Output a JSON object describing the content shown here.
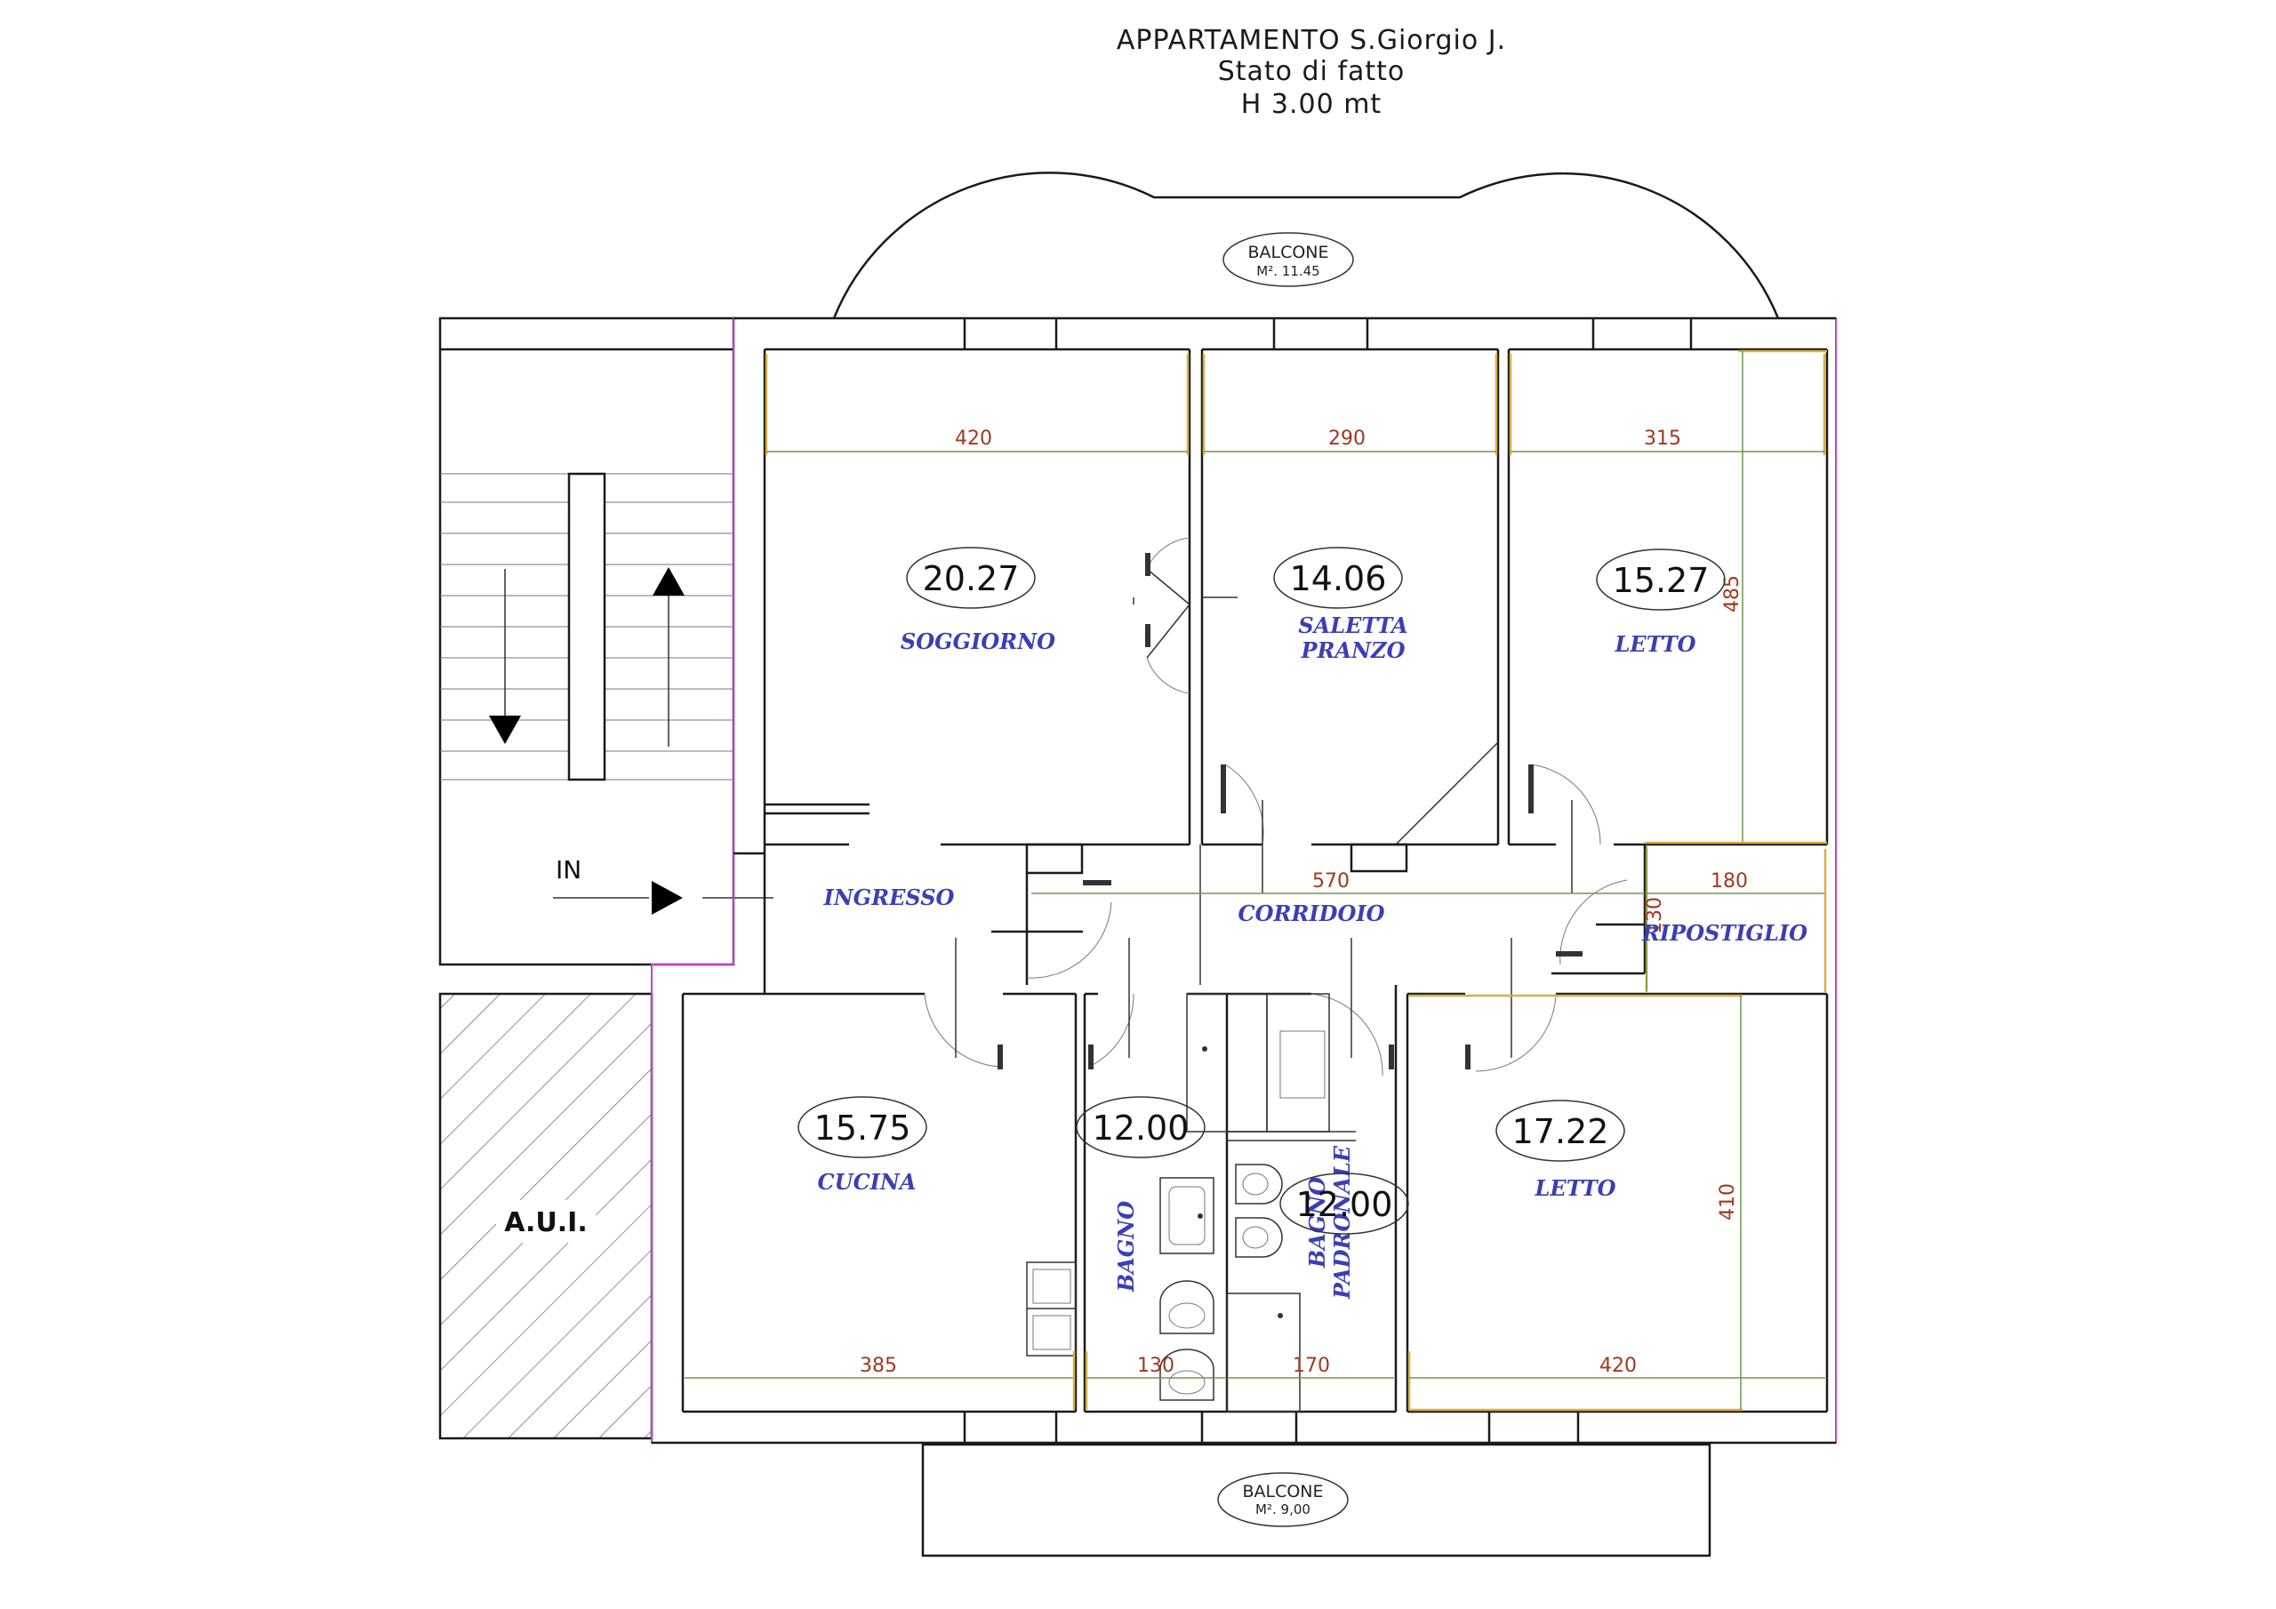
{
  "title": {
    "line1": "APPARTAMENTO S.Giorgio J.",
    "line2": "Stato di fatto",
    "line3": "H 3.00 mt"
  },
  "balconies": [
    {
      "label": "BALCONE",
      "area": "M². 11.45"
    },
    {
      "label": "BALCONE",
      "area": "M². 9,00"
    }
  ],
  "rooms": {
    "soggiorno": {
      "name": "SOGGIORNO",
      "area": "20.27"
    },
    "saletta": {
      "name_line1": "SALETTA",
      "name_line2": "PRANZO",
      "area": "14.06"
    },
    "letto_top": {
      "name": "LETTO",
      "area": "15.27"
    },
    "ingresso": {
      "name": "INGRESSO"
    },
    "corridoio": {
      "name": "CORRIDOIO"
    },
    "ripostiglio": {
      "name": "RIPOSTIGLIO"
    },
    "cucina": {
      "name": "CUCINA",
      "area": "15.75"
    },
    "bagno": {
      "name": "BAGNO",
      "area": "12.00"
    },
    "bagno_padronale": {
      "name_line1": "BAGNO",
      "name_line2": "PADRONALE",
      "area": "12.00"
    },
    "letto_bottom": {
      "name": "LETTO",
      "area": "17.22"
    }
  },
  "dimensions": {
    "soggiorno_w": "420",
    "saletta_w": "290",
    "letto_top_w": "315",
    "letto_top_h": "485",
    "corridoio_w": "570",
    "ripostiglio_w": "180",
    "ripostiglio_h": "130",
    "cucina_w": "385",
    "bagno_w": "130",
    "bagno_padronale_w": "170",
    "letto_bottom_w": "420",
    "letto_bottom_h": "410"
  },
  "stair": {
    "entry_label": "IN"
  },
  "aui": {
    "label": "A.U.I."
  }
}
